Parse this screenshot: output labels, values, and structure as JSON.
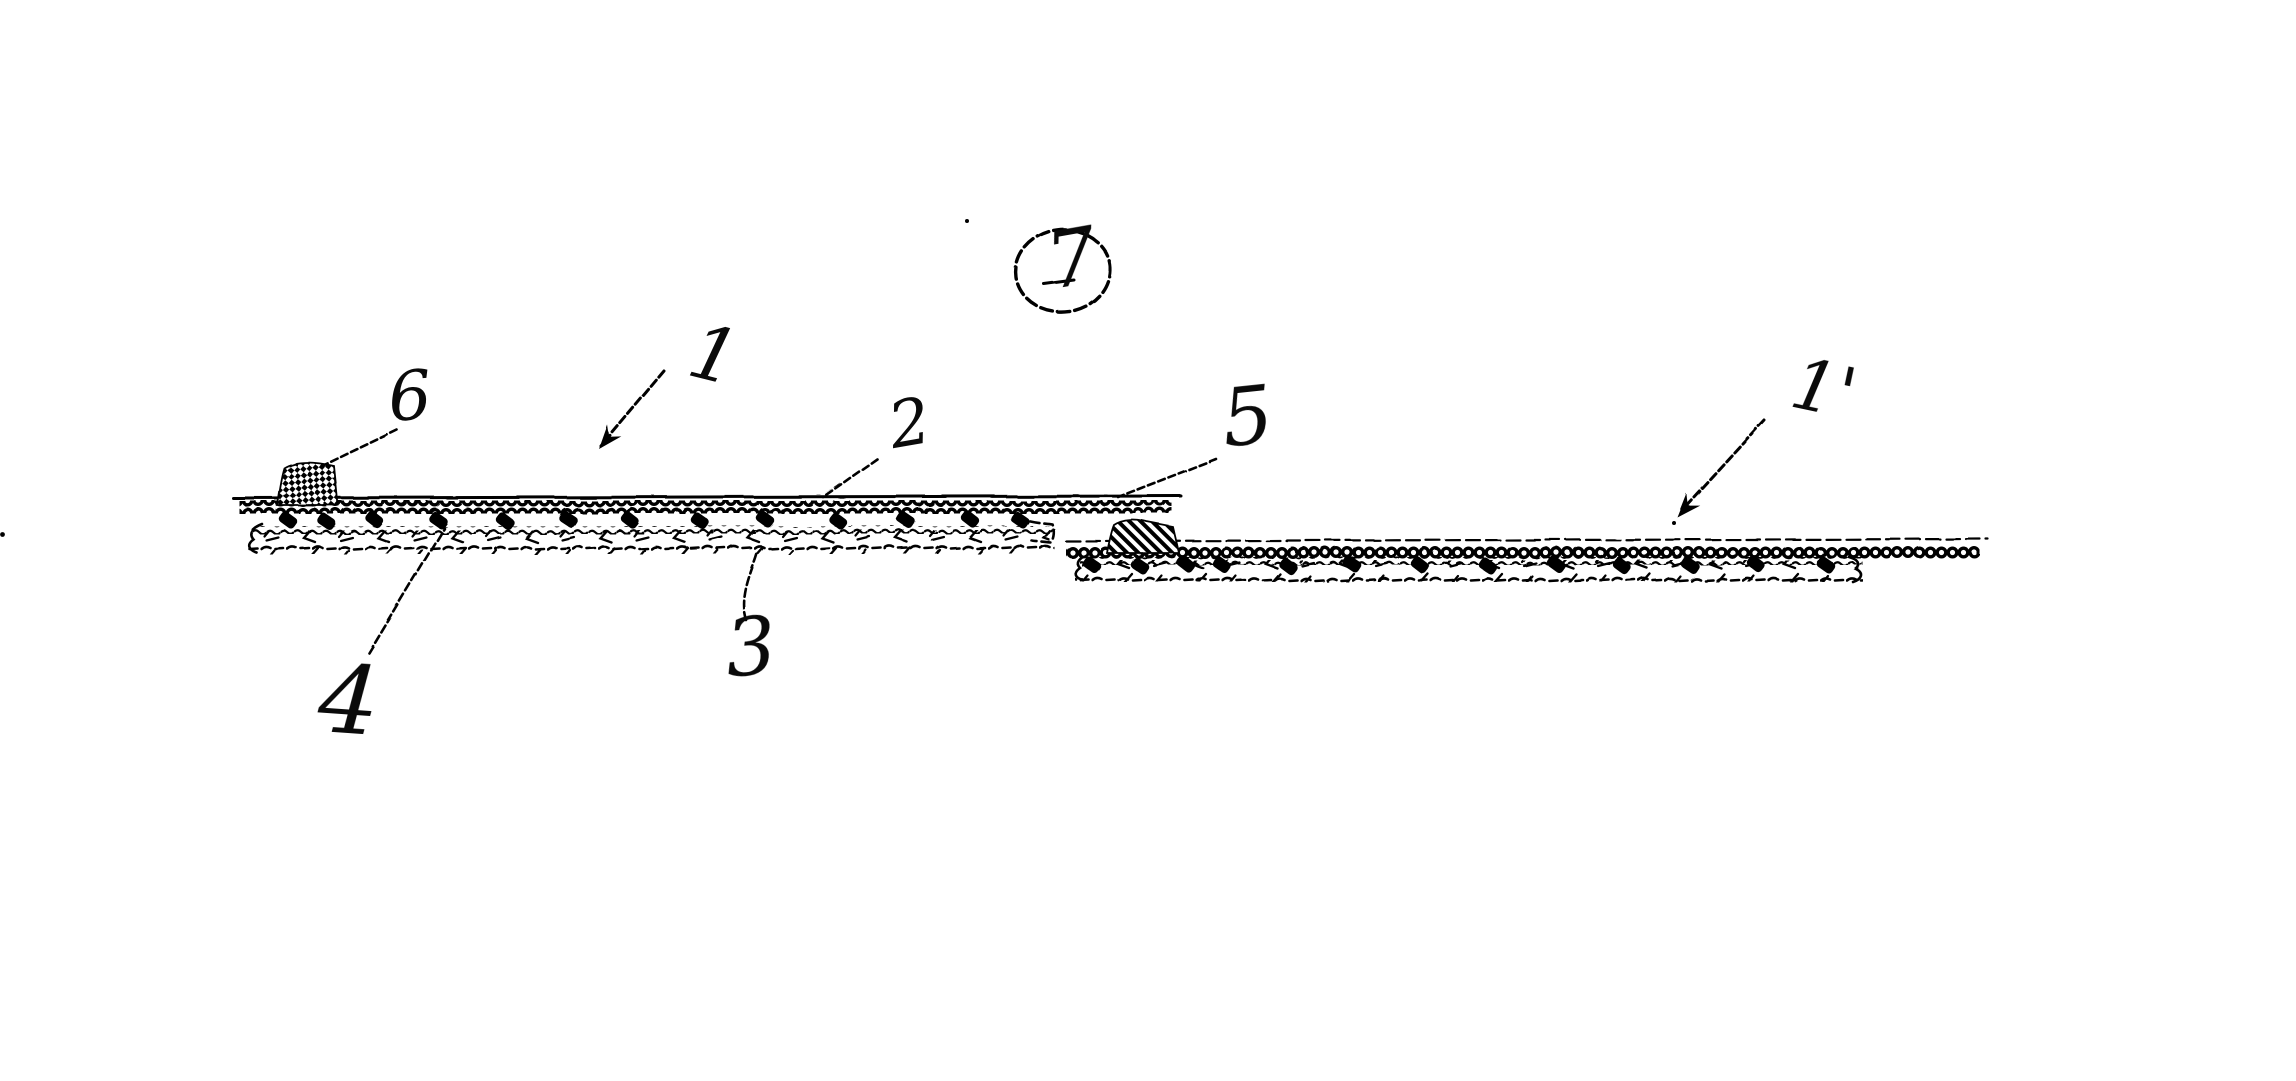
{
  "figure": {
    "number": "7"
  },
  "reference_labels": {
    "left_panel": "1",
    "right_panel": "1'",
    "upper_carrier_layer": "2",
    "lower_layer": "3",
    "adhesive_dot": "4",
    "top_film": "5",
    "block": "6"
  },
  "colors": {
    "ink": "#000000",
    "paper": "#ffffff"
  }
}
